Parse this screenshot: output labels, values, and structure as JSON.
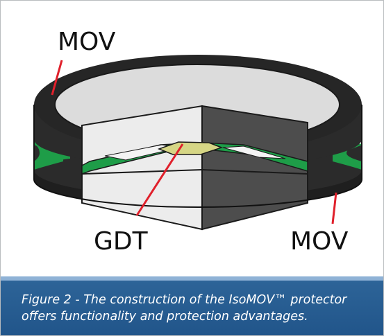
{
  "labels": {
    "mov_top": "MOV",
    "gdt": "GDT",
    "mov_bottom": "MOV"
  },
  "caption": "Figure 2 - The construction of the IsoMOV™ protector offers functionality and protection advantages.",
  "colors": {
    "mov_body": "#2b2b2b",
    "mov_top_face": "#dadada",
    "cutaway_face": "#ececec",
    "cutaway_dark": "#4d4d4d",
    "electrode_green": "#1e9d48",
    "gdt_core": "#d6d685",
    "leader_lines": "#e0202b",
    "caption_background": "#2a5f94"
  }
}
